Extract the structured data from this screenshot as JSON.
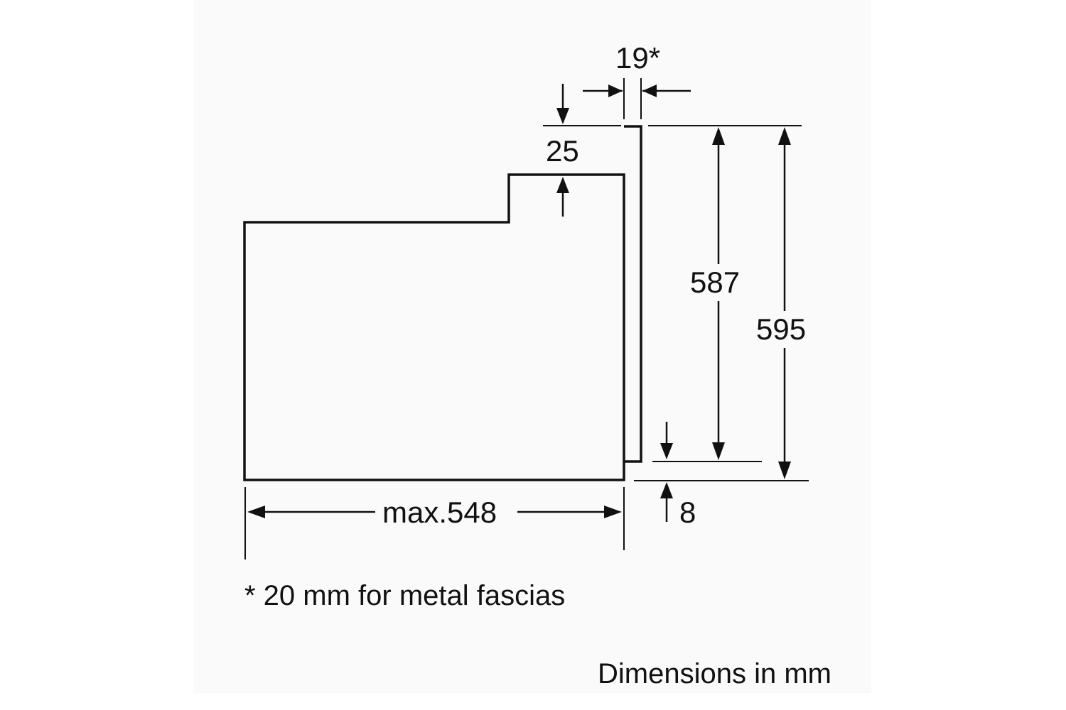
{
  "dimensions": {
    "fascia_thickness": "19*",
    "top_step": "25",
    "front_height": "587",
    "overall_height": "595",
    "bottom_offset": "8",
    "depth": "max.548"
  },
  "footnote": "* 20 mm for metal fascias",
  "units_note": "Dimensions in mm",
  "colors": {
    "line": "#111111",
    "background": "#fafafa"
  }
}
